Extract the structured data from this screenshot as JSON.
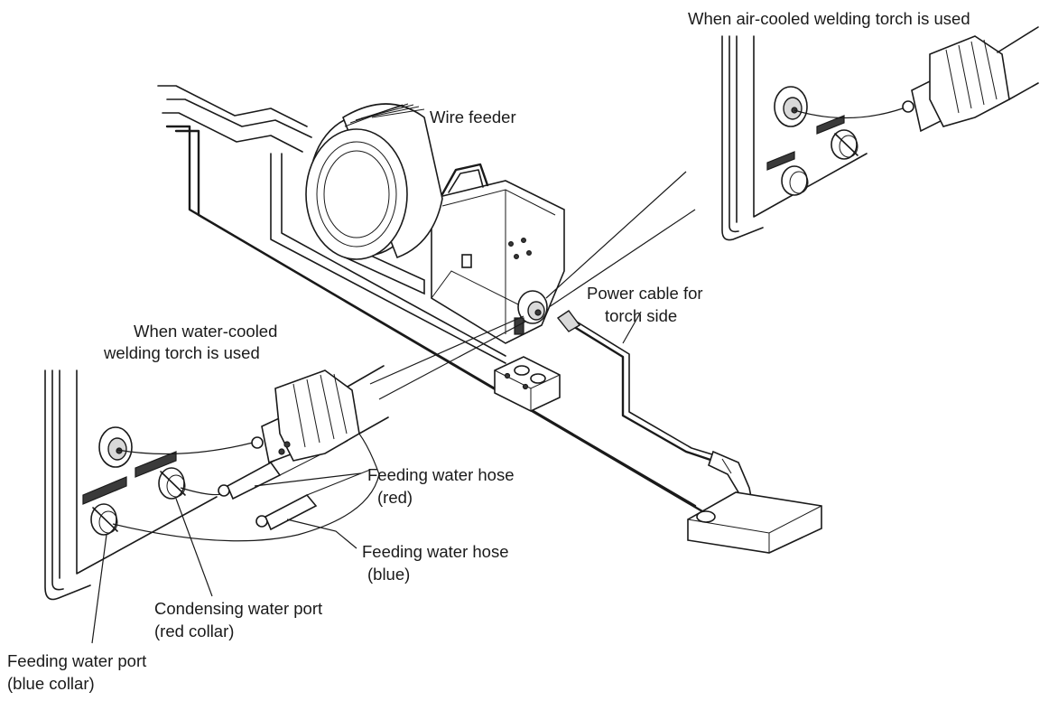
{
  "labels": {
    "air_cooled": "When air-cooled welding torch is used",
    "wire_feeder": "Wire feeder",
    "power_cable_line1": "Power cable for",
    "power_cable_line2": "torch side",
    "water_cooled_line1": "When water-cooled",
    "water_cooled_line2": "welding torch is used",
    "hose_red_line1": "Feeding water hose",
    "hose_red_line2": "(red)",
    "hose_blue_line1": "Feeding water hose",
    "hose_blue_line2": "(blue)",
    "condensing_line1": "Condensing water port",
    "condensing_line2": "(red collar)",
    "feeding_port_line1": "Feeding water port",
    "feeding_port_line2": "(blue collar)"
  }
}
